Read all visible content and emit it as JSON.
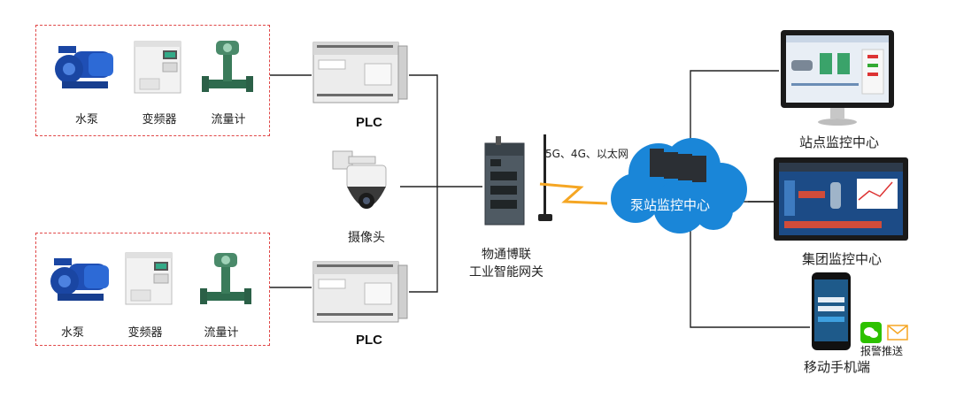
{
  "groups": [
    {
      "devices": [
        "水泵",
        "变频器",
        "流量计"
      ],
      "plc": "PLC"
    },
    {
      "devices": [
        "水泵",
        "变频器",
        "流量计"
      ],
      "plc": "PLC"
    }
  ],
  "camera": "摄像头",
  "gateway": {
    "line1": "物通博联",
    "line2": "工业智能网关"
  },
  "network": "5G、4G、以太网",
  "cloud": "泵站监控中心",
  "station": "站点监控中心",
  "group_center": "集团监控中心",
  "mobile": "移动手机端",
  "alert": "报警推送",
  "colors": {
    "dashed_border": "#e04848",
    "cloud": "#1a86d8",
    "lightning": "#f5a623",
    "wechat": "#2dc100"
  }
}
